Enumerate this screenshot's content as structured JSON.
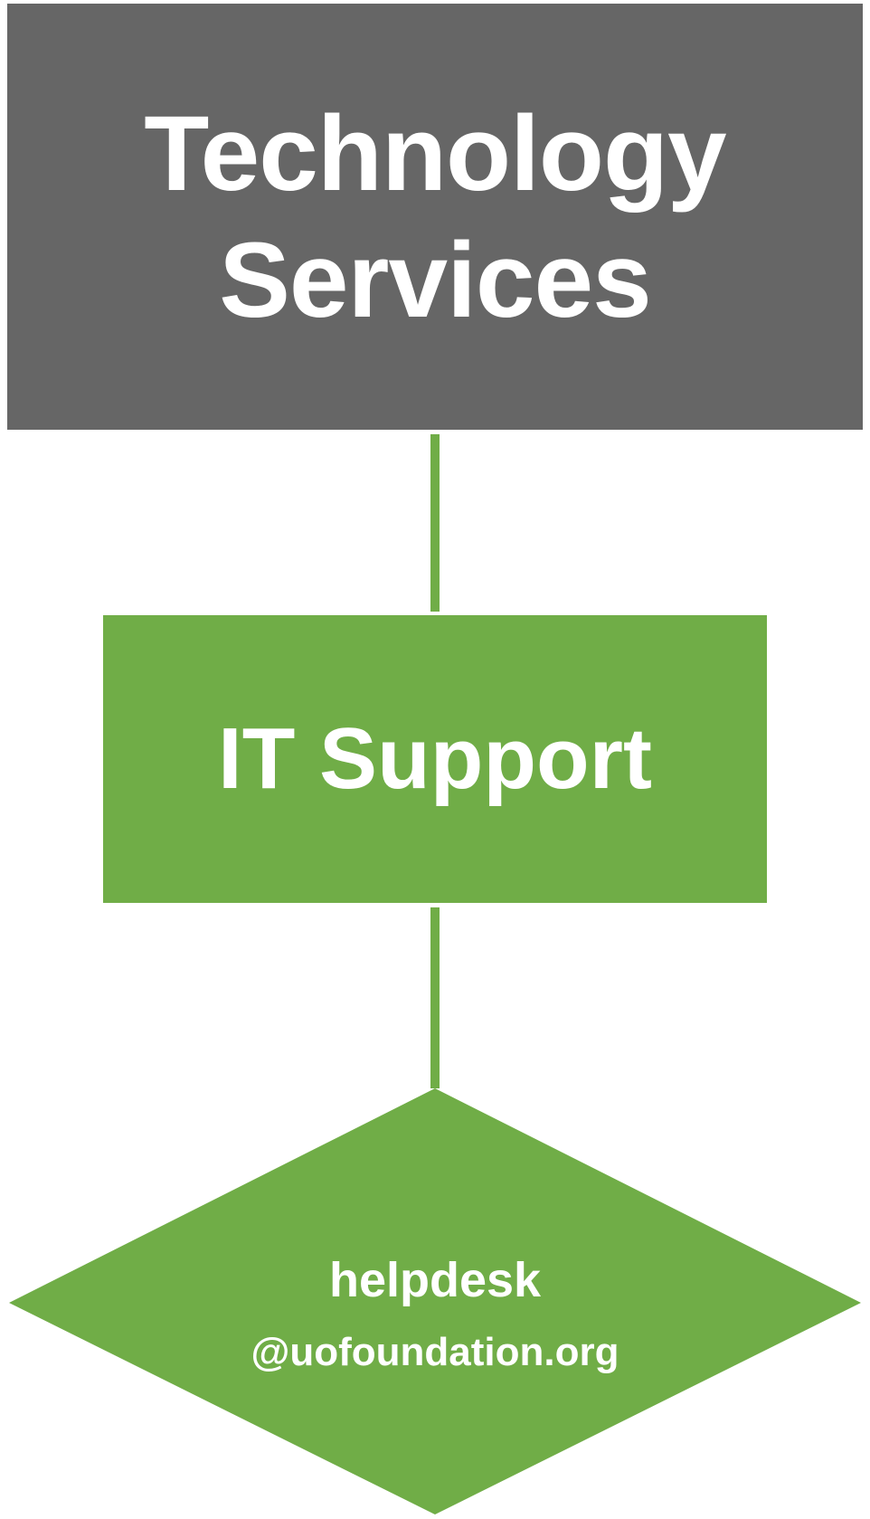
{
  "nodes": {
    "top": {
      "line1": "Technology",
      "line2": "Services"
    },
    "middle": {
      "label": "IT Support"
    },
    "bottom": {
      "line1": "helpdesk",
      "line2": "@uofoundation.org"
    }
  },
  "colors": {
    "top_fill": "#666666",
    "green_fill": "#70ad47",
    "text": "#ffffff"
  }
}
